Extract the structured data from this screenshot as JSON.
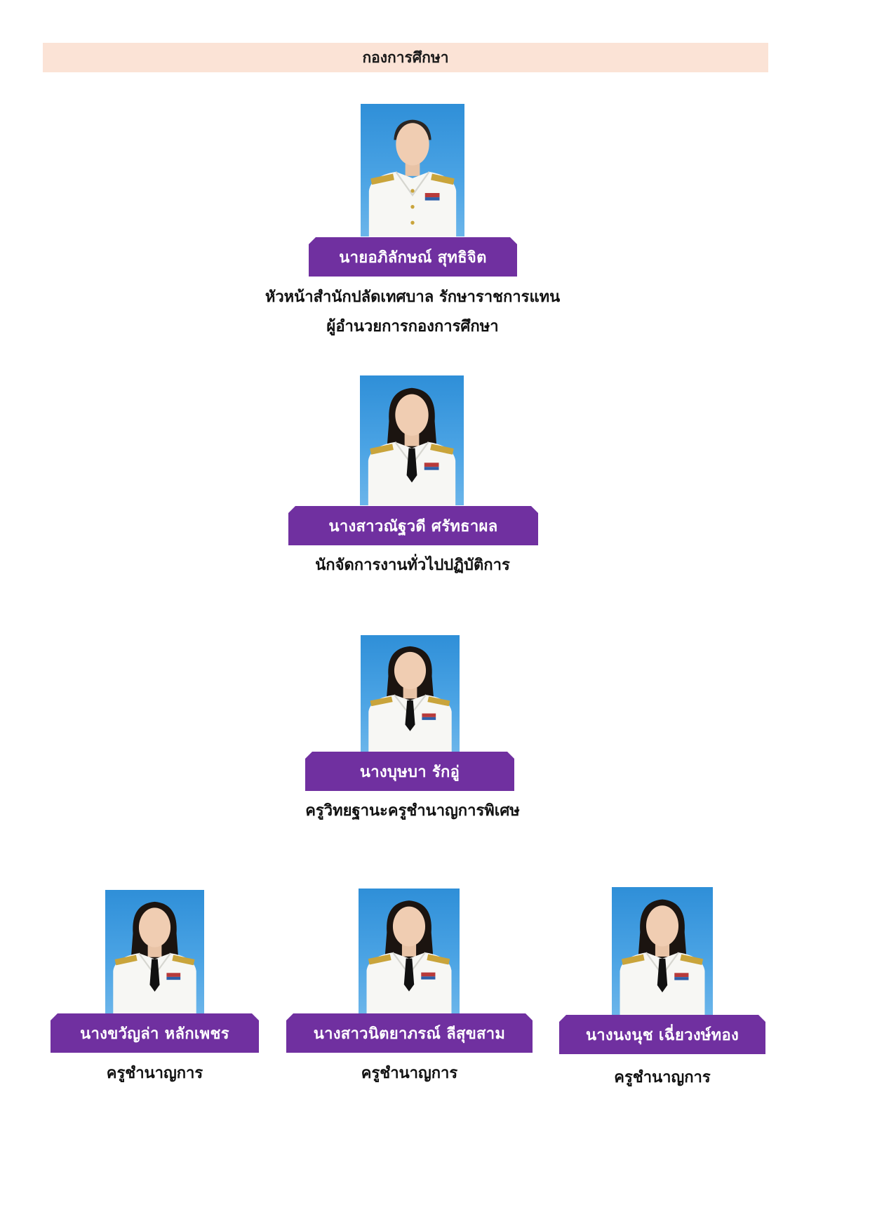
{
  "header": {
    "title": "กองการศึกษา"
  },
  "people": [
    {
      "name": "นายอภิลักษณ์  สุทธิจิต",
      "position_lines": [
        "หัวหน้าสำนักปลัดเทศบาล รักษาราชการแทน",
        "ผู้อำนวยการกองการศึกษา"
      ],
      "gender": "male"
    },
    {
      "name": "นางสาวณัฐวดี ศรัทธาผล",
      "position_lines": [
        "นักจัดการงานทั่วไปปฏิบัติการ"
      ],
      "gender": "female"
    },
    {
      "name": "นางบุษบา  รักอู่",
      "position_lines": [
        "ครูวิทยฐานะครูชำนาญการพิเศษ"
      ],
      "gender": "female"
    },
    {
      "name": "นางขวัญล่า  หลักเพชร",
      "position_lines": [
        "ครูชำนาญการ"
      ],
      "gender": "female"
    },
    {
      "name": "นางสาวนิตยาภรณ์  ลีสุขสาม",
      "position_lines": [
        "ครูชำนาญการ"
      ],
      "gender": "female"
    },
    {
      "name": "นางนงนุช  เฉี่ยวงษ์ทอง",
      "position_lines": [
        "ครูชำนาญการ"
      ],
      "gender": "female"
    }
  ],
  "colors": {
    "header_bg": "#fbe3d6",
    "name_tab_bg": "#7030a0",
    "photo_bg": "#3a9ae0"
  },
  "icons": {
    "photo": "portrait-photo"
  }
}
